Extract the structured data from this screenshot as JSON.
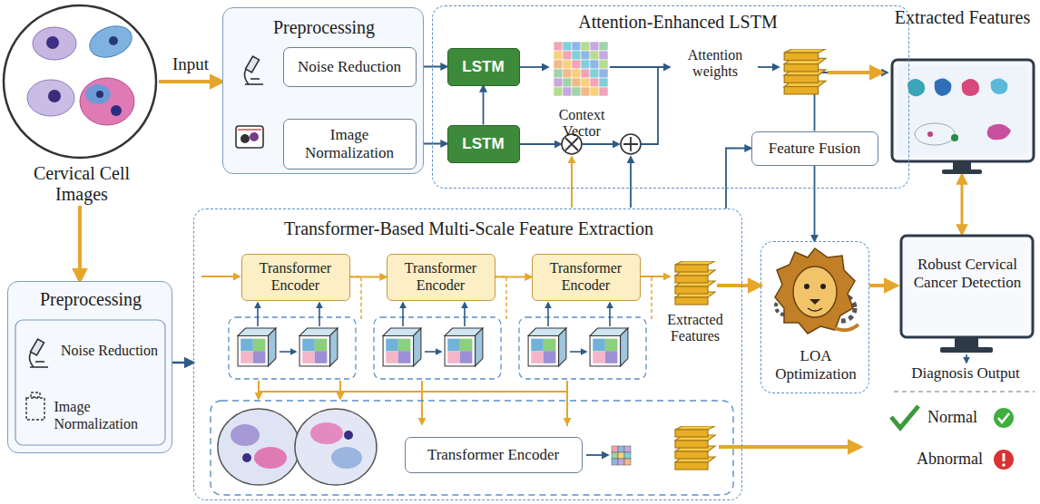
{
  "diagram": {
    "nodes": [
      {
        "text": [
          "Cervical Cell Images"
        ]
      },
      {
        "text": [
          "Preprocessing"
        ]
      },
      {
        "text": [
          "Noise Reduction"
        ],
        "in": 1
      },
      {
        "text": [
          "Image Normalization"
        ],
        "in": 1
      },
      {
        "text": [
          "Attention-Enhanced LSTM"
        ]
      },
      {
        "text": [
          "LSTM"
        ],
        "in": 4
      },
      {
        "text": [
          "LSTM"
        ],
        "in": 4
      },
      {
        "text": [
          "Feature Fusion"
        ],
        "in": 4
      },
      {
        "text": [
          "Extracted Features"
        ]
      },
      {
        "text": [
          "Preprocessing"
        ]
      },
      {
        "text": [
          "Noise Reduction"
        ],
        "in": 9
      },
      {
        "text": [
          "Image Normalization"
        ],
        "in": 9
      },
      {
        "text": [
          "Transformer-Based Multi-Scale Feature Extraction"
        ]
      },
      {
        "text": [
          "Transformer Encoder"
        ],
        "in": 12
      },
      {
        "text": [
          "Transformer Encoder"
        ],
        "in": 12
      },
      {
        "text": [
          "Transformer Encoder"
        ],
        "in": 12
      },
      {
        "text": [
          "Transformer Encoder"
        ],
        "in": 12
      },
      {
        "text": [
          "LOA Optimization"
        ]
      },
      {
        "text": [
          "Robust Cervical Cancer Detection",
          "Diagnosis Output"
        ]
      }
    ],
    "edges": [
      {
        "from": 0,
        "to": 1,
        "arrow": "to",
        "label": "Input"
      },
      {
        "from": 0,
        "to": 9,
        "arrow": "to"
      },
      {
        "from": 2,
        "to": 5,
        "arrow": "to"
      },
      {
        "from": 3,
        "to": 6,
        "arrow": "to"
      },
      {
        "from": 6,
        "to": 5,
        "arrow": "to"
      },
      {
        "from": 9,
        "to": 12,
        "arrow": "to"
      },
      {
        "from": 13,
        "to": 14,
        "arrow": "to"
      },
      {
        "from": 14,
        "to": 15,
        "arrow": "to"
      },
      {
        "from": 12,
        "to": 7,
        "arrow": "to"
      },
      {
        "from": 7,
        "to": 17,
        "arrow": "to"
      },
      {
        "from": 7,
        "to": 8,
        "arrow": "to"
      },
      {
        "from": 17,
        "to": 18,
        "arrow": "to"
      },
      {
        "from": 8,
        "to": 18,
        "arrow": "both"
      },
      {
        "from": 12,
        "to": 17,
        "arrow": "to"
      }
    ],
    "labels": [
      "Context Vector",
      "Attention weights",
      "Extracted Features",
      "Normal",
      "Abnormal"
    ]
  }
}
